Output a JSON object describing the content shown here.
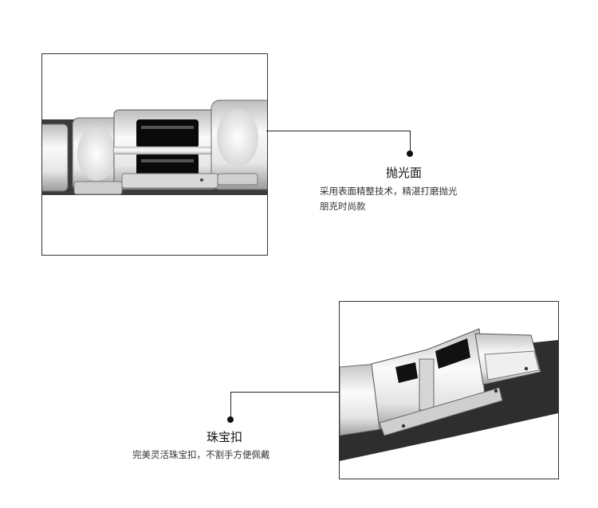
{
  "sections": [
    {
      "title": "抛光面",
      "desc": [
        "采用表面精整技术，精湛打磨抛光",
        "朋克时尚款"
      ]
    },
    {
      "title": "珠宝扣",
      "desc": [
        "完美灵活珠宝扣，不割手方便佩戴"
      ]
    }
  ],
  "colors": {
    "steel": "#e9e9e9",
    "steel_dark": "#8c8c8c",
    "enamel": "#0a0a0a",
    "line": "#222222"
  }
}
